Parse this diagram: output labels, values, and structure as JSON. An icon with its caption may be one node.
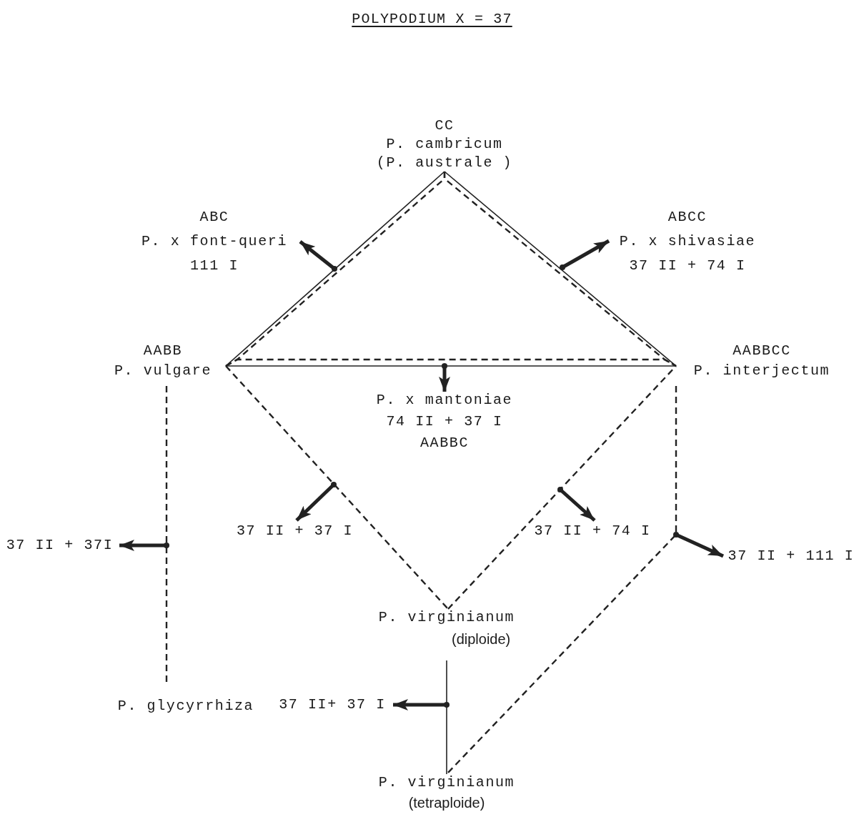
{
  "diagram": {
    "title": "POLYPODIUM X = 37",
    "nodes": [
      {
        "text": [
          "CC",
          "P. cambricum",
          "(P. australe )"
        ]
      },
      {
        "text": [
          "ABC",
          "P. x font-queri",
          "111 I"
        ]
      },
      {
        "text": [
          "ABCC",
          "P. x shivasiae",
          "37 II + 74 I"
        ]
      },
      {
        "text": [
          "AABB",
          "P. vulgare"
        ]
      },
      {
        "text": [
          "AABBCC",
          "P. interjectum"
        ]
      },
      {
        "text": [
          "P. x mantoniae",
          "74 II + 37 I",
          "AABBC"
        ]
      },
      {
        "text": [
          "37 II + 37I"
        ]
      },
      {
        "text": [
          "37 II + 37 I"
        ]
      },
      {
        "text": [
          "37 II + 74 I"
        ]
      },
      {
        "text": [
          "37 II + 111 I"
        ]
      },
      {
        "text": [
          "P. virginianum",
          "(diploide)"
        ]
      },
      {
        "text": [
          "P. glycyrrhiza"
        ]
      },
      {
        "text": [
          "37 II+ 37 I"
        ]
      },
      {
        "text": [
          "P. virginianum",
          "(tetraploide)"
        ]
      }
    ],
    "edges": [
      {
        "from": 0,
        "to": 3,
        "arrow": "none"
      },
      {
        "from": 0,
        "to": 3,
        "arrow": "none",
        "style": "dashed"
      },
      {
        "from": 0,
        "to": 4,
        "arrow": "none"
      },
      {
        "from": 0,
        "to": 4,
        "arrow": "none",
        "style": "dashed"
      },
      {
        "from": 3,
        "to": 4,
        "arrow": "none"
      },
      {
        "from": 3,
        "to": 4,
        "arrow": "none",
        "style": "dashed"
      },
      {
        "from": 3,
        "to": 10,
        "arrow": "none",
        "style": "dashed"
      },
      {
        "from": 10,
        "to": 4,
        "arrow": "none",
        "style": "dashed"
      },
      {
        "from": 3,
        "to": 11,
        "arrow": "none",
        "style": "dashed"
      },
      {
        "from": 10,
        "to": 13,
        "arrow": "none"
      },
      {
        "from": 4,
        "to": 13,
        "arrow": "none",
        "style": "dashed"
      },
      {
        "from": null,
        "to": 1,
        "arrow": "to",
        "style": "thick"
      },
      {
        "from": null,
        "to": 2,
        "arrow": "to",
        "style": "thick"
      },
      {
        "from": null,
        "to": 5,
        "arrow": "to",
        "style": "thick"
      },
      {
        "from": null,
        "to": 7,
        "arrow": "to",
        "style": "thick"
      },
      {
        "from": null,
        "to": 8,
        "arrow": "to",
        "style": "thick"
      },
      {
        "from": null,
        "to": 9,
        "arrow": "to",
        "style": "thick"
      },
      {
        "from": null,
        "to": 6,
        "arrow": "to",
        "style": "thick"
      },
      {
        "from": null,
        "to": 12,
        "arrow": "to",
        "style": "thick"
      }
    ]
  }
}
